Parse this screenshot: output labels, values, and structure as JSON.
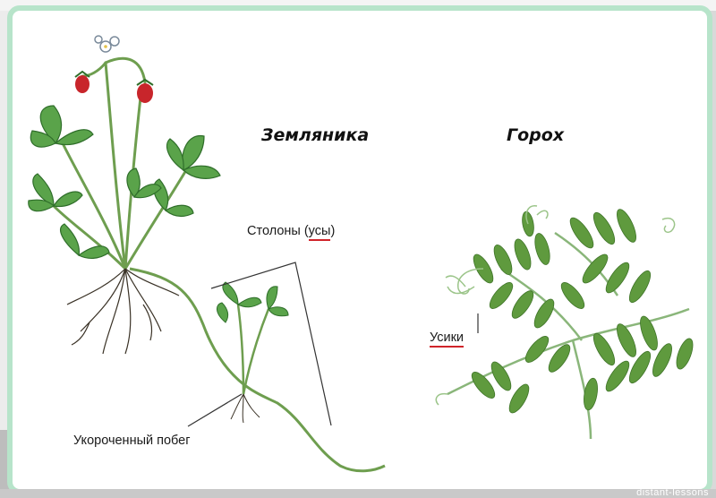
{
  "diagram": {
    "title_strawberry": "Земляника",
    "title_pea": "Горох",
    "label_stolons_prefix": "Столоны (",
    "label_stolons_word": "усы",
    "label_stolons_suffix": ")",
    "label_tendrils": "Усики",
    "label_short_shoot": "Укороченный побег",
    "watermark": "distant-lessons"
  },
  "colors": {
    "frame_border": "#b7e4ca",
    "leaf_green": "#5aa34a",
    "leaf_dark": "#2f6e2a",
    "stem_green": "#6e9e4f",
    "berry_red": "#c8252b",
    "underline_red": "#d0242a",
    "root_dark": "#3a3226"
  }
}
